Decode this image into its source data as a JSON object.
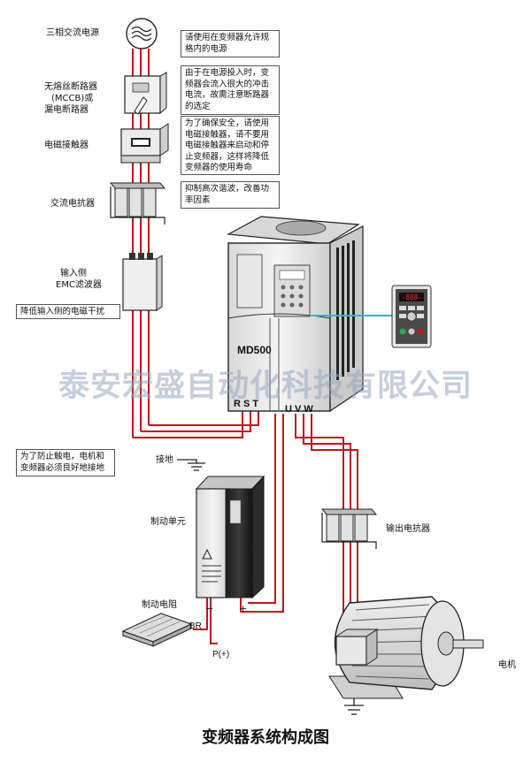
{
  "labels": {
    "power": "三相交流电源",
    "mccb_1": "无熔丝断路器",
    "mccb_2": "(MCCB)或",
    "mccb_3": "漏电断路器",
    "contactor": "电磁接触器",
    "ac_reactor": "交流电抗器",
    "emc_1": "输入侧",
    "emc_2": "EMC滤波器",
    "ground": "接地",
    "brake_unit": "制动单元",
    "brake_resistor": "制动电阻",
    "output_reactor": "输出电抗器",
    "motor": "电机",
    "br": "BR",
    "p_plus": "P(+)",
    "minus": "−",
    "plus": "+",
    "model": "MD500",
    "rst": "R S T",
    "uvw": "U V W"
  },
  "notes": {
    "power": "请使用在变频器允许规\n格内的电源",
    "breaker": "由于在电源投入时，变\n频器会流入很大的冲击\n电流，故需注意断路器\n的选定",
    "contactor": "为了确保安全，请使用\n电磁接触器，请不要用\n电磁接触器来启动和停\n止变频器，这样将降低\n变频器的使用寿命",
    "reactor": "抑制高次谐波，改善功\n率因素",
    "emc": "降低输入侧的电磁干扰",
    "ground": "为了防止触电，电机和\n变频器必须良好地接地"
  },
  "keypad_display": "-888-",
  "watermark": "泰安宏盛自动化科技有限公司",
  "caption": "变频器系统构成图",
  "colors": {
    "wire": "#c0141b",
    "leader": "#3bb0c0",
    "outline": "#222222",
    "device_body": "#eeeeee",
    "watermark": "#a0aec4"
  }
}
